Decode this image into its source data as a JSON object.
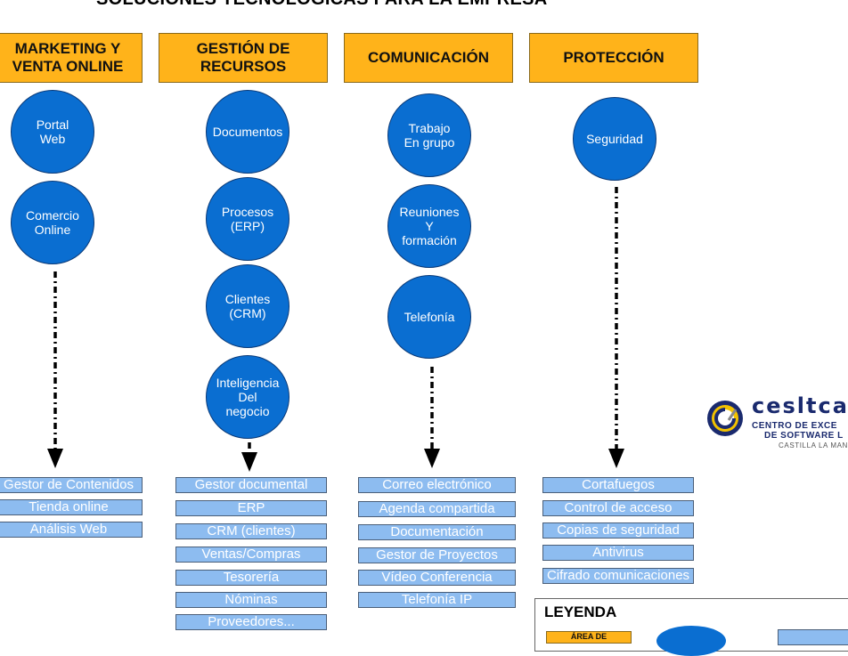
{
  "title": "SOLUCIONES TECNOLÓGICAS PARA LA EMPRESA",
  "columns": [
    {
      "header": "MARKETING Y\nVENTA ONLINE",
      "circles": [
        "Portal\nWeb",
        "Comercio\nOnline"
      ],
      "items": [
        "Gestor de Contenidos",
        "Tienda online",
        "Análisis Web"
      ]
    },
    {
      "header": "GESTIÓN DE\nRECURSOS",
      "circles": [
        "Documentos",
        "Procesos\n(ERP)",
        "Clientes\n(CRM)",
        "Inteligencia\nDel\nnegocio"
      ],
      "items": [
        "Gestor documental",
        "ERP",
        "CRM (clientes)",
        "Ventas/Compras",
        "Tesorería",
        "Nóminas",
        "Proveedores..."
      ]
    },
    {
      "header": "COMUNICACIÓN",
      "circles": [
        "Trabajo\nEn grupo",
        "Reuniones\nY\nformación",
        "Telefonía"
      ],
      "items": [
        "Correo electrónico",
        "Agenda compartida",
        "Documentación",
        "Gestor de Proyectos",
        "Vídeo Conferencia",
        "Telefonía IP"
      ]
    },
    {
      "header": "PROTECCIÓN",
      "circles": [
        "Seguridad"
      ],
      "items": [
        "Cortafuegos",
        "Control de acceso",
        "Copias de seguridad",
        "Antivirus",
        "Cifrado comunicaciones"
      ]
    }
  ],
  "logo": {
    "wordmark": "cesltca",
    "line1": "CENTRO DE EXCE",
    "line2": "DE SOFTWARE L",
    "line3": "CASTILLA LA MANC"
  },
  "legend": {
    "title": "LEYENDA",
    "area_label": "ÁREA DE"
  },
  "colors": {
    "header": "#ffb31a",
    "circle": "#0a6ed1",
    "item": "#8dbcf0"
  }
}
